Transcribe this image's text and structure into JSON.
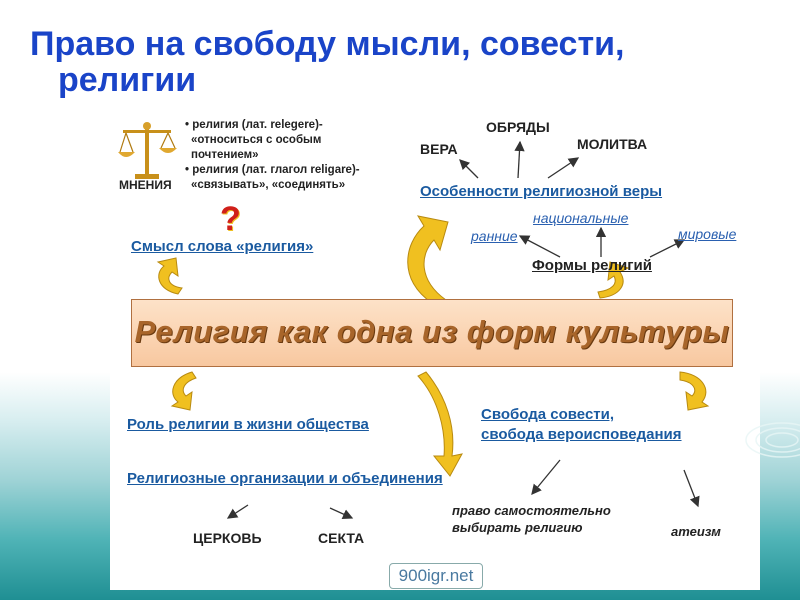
{
  "title": {
    "line1": "Право на свободу мысли, совести,",
    "line2": "религии"
  },
  "diagram": {
    "central": "Религия как одна из форм культуры",
    "opinions_label": "МНЕНИЯ",
    "definition_lines": [
      "• религия (лат. relegere)-",
      "«относиться с особым",
      "почтением»",
      "• религия (лат. глагол religare)-",
      "«связывать», «соединять»"
    ],
    "question_mark": "?",
    "meaning_heading": "Смысл слова «религия»",
    "features_heading": "Особенности религиозной веры",
    "vera": "ВЕРА",
    "obryady": "ОБРЯДЫ",
    "molitva": "МОЛИТВА",
    "natsionalnye": "национальные",
    "rannie": "ранние",
    "mirovye": "мировые",
    "forms_heading": "Формы религий",
    "role_heading": "Роль религии в жизни общества",
    "orgs_heading": "Религиозные организации и объединения",
    "tserkov": "ЦЕРКОВЬ",
    "sekta": "СЕКТА",
    "freedom_line1": "Свобода совести,",
    "freedom_line2": "свобода вероисповедания",
    "pravo_line1": "право самостоятельно",
    "pravo_line2": "выбирать религию",
    "ateizm": "атеизм",
    "watermark": "900igr.net"
  },
  "colors": {
    "title": "#1a44c8",
    "heading_blue": "#1a5aa0",
    "arrow_gold": "#f0c020",
    "central_text": "#a8652a",
    "question_red": "#d0201a"
  },
  "icons": [
    "scales-icon",
    "curved-arrow-icon",
    "straight-arrow-icon"
  ]
}
